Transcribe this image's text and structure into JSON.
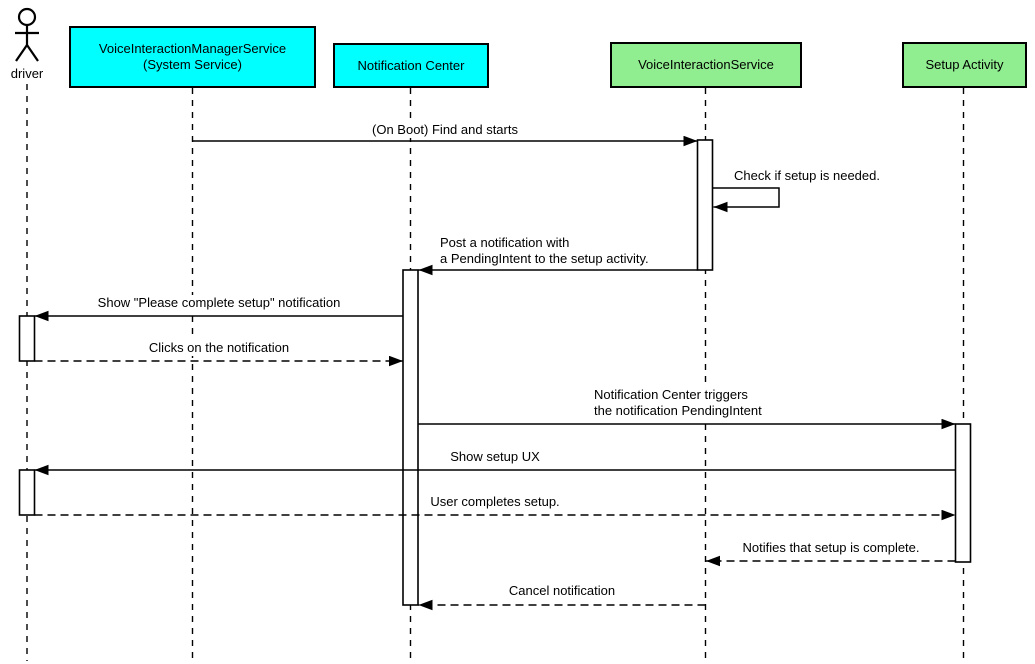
{
  "diagram": {
    "kind": "sequence-diagram",
    "colors": {
      "background": "#FFFFFF",
      "line": "#000000",
      "system_service_fill": "#00FFFF",
      "app_component_fill": "#90EE90",
      "activation_fill": "#FFFFFF"
    },
    "actors": [
      {
        "id": "driver",
        "label": "driver",
        "type": "actor",
        "icon": "stick-figure-person-icon"
      },
      {
        "id": "vims",
        "label": "VoiceInteractionManagerService\n(System Service)",
        "type": "participant",
        "fill": "#00FFFF"
      },
      {
        "id": "nc",
        "label": "Notification Center",
        "type": "participant",
        "fill": "#00FFFF"
      },
      {
        "id": "vis",
        "label": "VoiceInteractionService",
        "type": "participant",
        "fill": "#90EE90"
      },
      {
        "id": "setup",
        "label": "Setup Activity",
        "type": "participant",
        "fill": "#90EE90"
      }
    ],
    "messages": [
      {
        "text": "(On Boot) Find and starts",
        "from": "vims",
        "to": "vis",
        "line": "solid"
      },
      {
        "text": "Check if setup is needed.",
        "from": "vis",
        "to": "vis",
        "line": "solid-self"
      },
      {
        "text": "Post a notification with\na PendingIntent to the setup activity.",
        "from": "vis",
        "to": "nc",
        "line": "solid"
      },
      {
        "text": "Show \"Please complete setup\" notification",
        "from": "nc",
        "to": "driver",
        "line": "solid"
      },
      {
        "text": "Clicks on the notification",
        "from": "driver",
        "to": "nc",
        "line": "dashed"
      },
      {
        "text": "Notification Center triggers\nthe notification PendingIntent",
        "from": "nc",
        "to": "setup",
        "line": "solid"
      },
      {
        "text": "Show setup UX",
        "from": "setup",
        "to": "driver",
        "line": "solid"
      },
      {
        "text": "User completes setup.",
        "from": "driver",
        "to": "setup",
        "line": "dashed"
      },
      {
        "text": "Notifies that setup is complete.",
        "from": "setup",
        "to": "vis",
        "line": "dashed"
      },
      {
        "text": "Cancel notification",
        "from": "vis",
        "to": "nc",
        "line": "dashed"
      }
    ]
  }
}
